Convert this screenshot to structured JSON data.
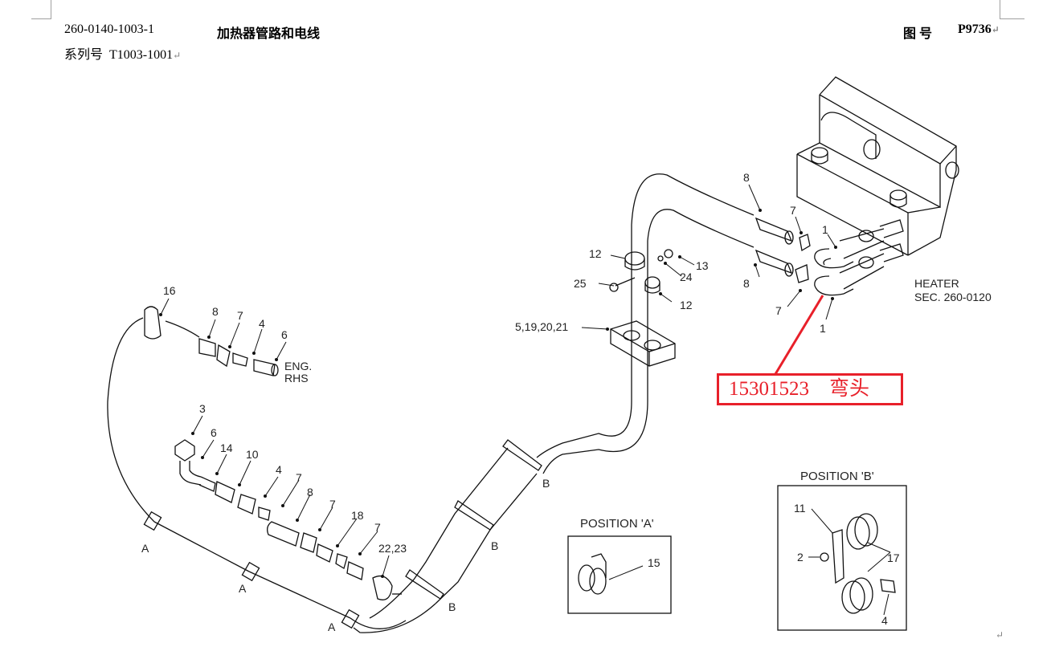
{
  "header": {
    "doc_code": "260-0140-1003-1",
    "title": "加热器管路和电线",
    "figure_label": "图 号",
    "figure_number": "P9736",
    "series_label": "系列号",
    "series_number": "T1003-1001",
    "paragraph_mark": "↵"
  },
  "drawing": {
    "heater_label": "HEATER",
    "heater_section": "SEC. 260-0120",
    "engine_label_1": "ENG.",
    "engine_label_2": "RHS",
    "clamp_labels": {
      "a": "A",
      "b": "B"
    },
    "part_callouts": {
      "p1_top": "1",
      "p1_bottom": "1",
      "p7_top": "7",
      "p7_bottom": "7",
      "p8_top": "8",
      "p8_bottom": "8",
      "p12_top": "12",
      "p12_bottom": "12",
      "p13": "13",
      "p24": "24",
      "p25": "25",
      "p5_19_20_21": "5,19,20,21",
      "p16": "16",
      "eng_8": "8",
      "eng_7": "7",
      "eng_4": "4",
      "eng_6": "6",
      "low_3": "3",
      "low_6": "6",
      "low_14": "14",
      "low_10": "10",
      "low_4": "4",
      "low_7a": "7",
      "low_8": "8",
      "low_7b": "7",
      "low_18": "18",
      "low_7c": "7",
      "low_22_23": "22,23"
    },
    "position_a": {
      "title": "POSITION 'A'",
      "part": "15"
    },
    "position_b": {
      "title": "POSITION 'B'",
      "part_11": "11",
      "part_2": "2",
      "part_17": "17",
      "part_4": "4"
    }
  },
  "annotation": {
    "part_number": "15301523",
    "part_name": "弯头",
    "color": "#e8202a"
  }
}
